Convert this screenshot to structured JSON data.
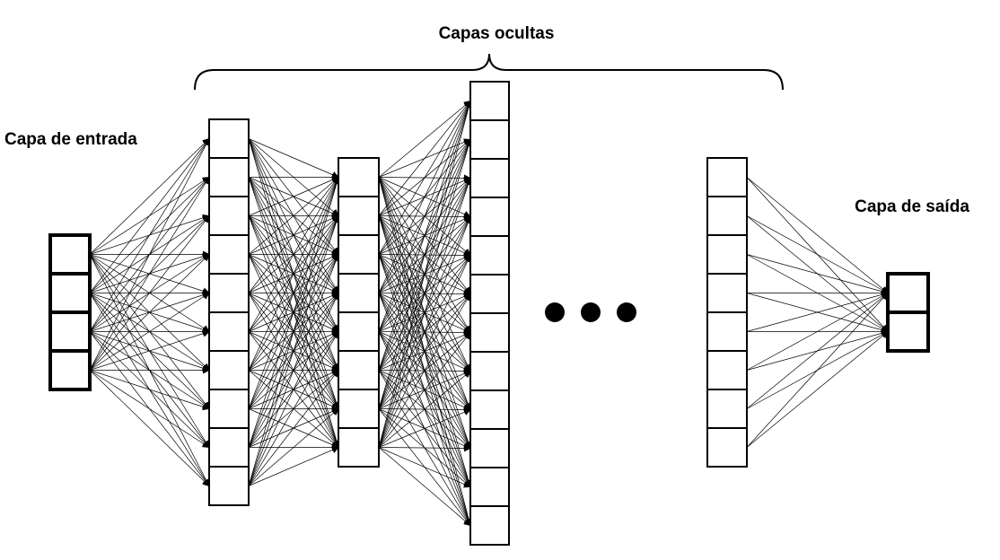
{
  "labels": {
    "input_layer": "Capa de entrada",
    "hidden_layers": "Capas ocultas",
    "output_layer": "Capa de saída"
  },
  "network": {
    "input_layer": {
      "units": 4
    },
    "hidden_layers": [
      {
        "units": 10
      },
      {
        "units": 8
      },
      {
        "units": 12
      },
      {
        "units": 8
      }
    ],
    "output_layer": {
      "units": 2
    },
    "ellipsis_dots": 3
  },
  "colors": {
    "stroke": "#000000",
    "background": "#ffffff"
  }
}
